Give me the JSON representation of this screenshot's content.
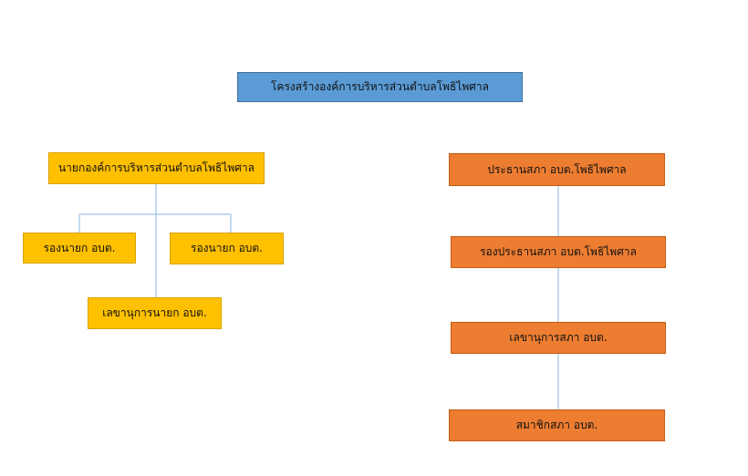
{
  "title": "โครงสร้างองค์การบริหารส่วนตำบลโพธิไพศาล",
  "executive": {
    "head": "นายกองค์การบริหารส่วนตำบลโพธิไพศาล",
    "deputy_1": "รองนายก อบต.",
    "deputy_2": "รองนายก อบต.",
    "secretary": "เลขานุการนายก  อบต."
  },
  "council": {
    "president": "ประธานสภา อบต.โพธิไพศาล",
    "vice_president": "รองประธานสภา อบต.โพธิไพศาล",
    "secretary": "เลขานุการสภา อบต.",
    "members": "สมาชิกสภา อบต."
  },
  "colors": {
    "title_box": "#5b9bd5",
    "executive_box": "#ffc000",
    "council_box": "#ed7d31",
    "connector": "#9dc3e6"
  }
}
